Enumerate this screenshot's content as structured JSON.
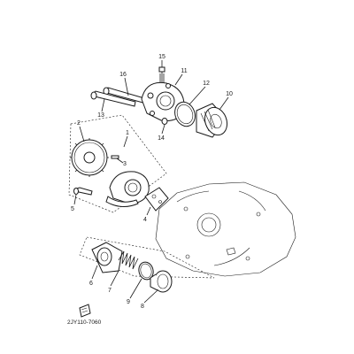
{
  "callouts": {
    "c1": "1",
    "c2": "2",
    "c3": "3",
    "c4": "4",
    "c5": "5",
    "c6": "6",
    "c7": "7",
    "c8": "8",
    "c9": "9",
    "c10": "10",
    "c11": "11",
    "c12": "12",
    "c13": "13",
    "c14": "14",
    "c15": "15",
    "c16": "16"
  },
  "diagram_code": "2JY110-7060"
}
